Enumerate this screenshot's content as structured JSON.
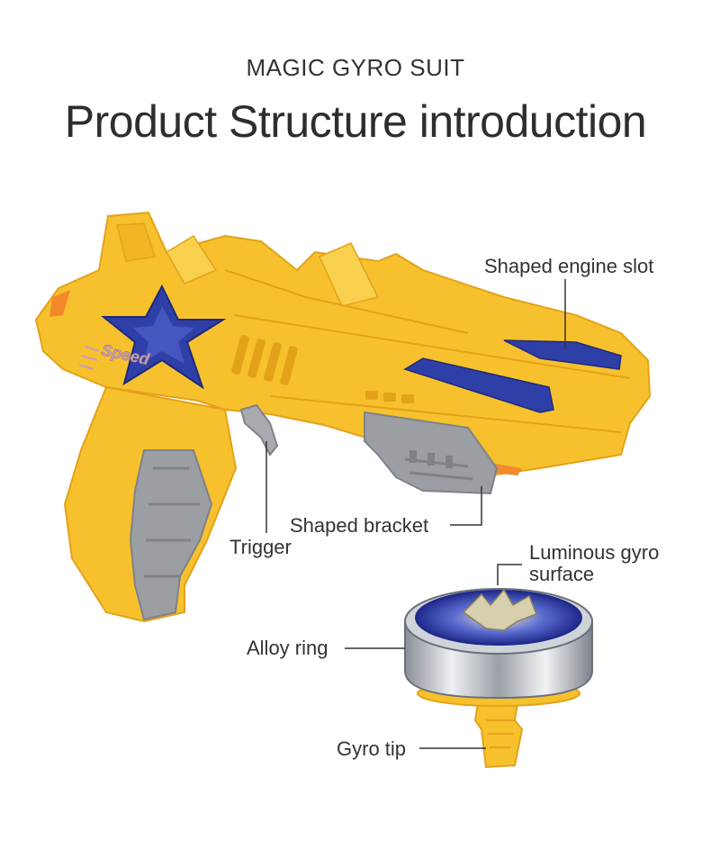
{
  "header": {
    "subtitle": "MAGIC GYRO SUIT",
    "title": "Product Structure introduction"
  },
  "product": {
    "gun_decal_text": "Speed",
    "colors": {
      "body": "#F7C12E",
      "body_shadow": "#E3A21A",
      "accent": "#2F3FA8",
      "grip": "#9B9EA3",
      "metal": "#C9CCD2"
    }
  },
  "callouts": {
    "engine_slot": "Shaped engine slot",
    "trigger": "Trigger",
    "bracket": "Shaped bracket",
    "luminous_surface": "Luminous gyro surface",
    "alloy_ring": "Alloy ring",
    "gyro_tip": "Gyro tip"
  }
}
